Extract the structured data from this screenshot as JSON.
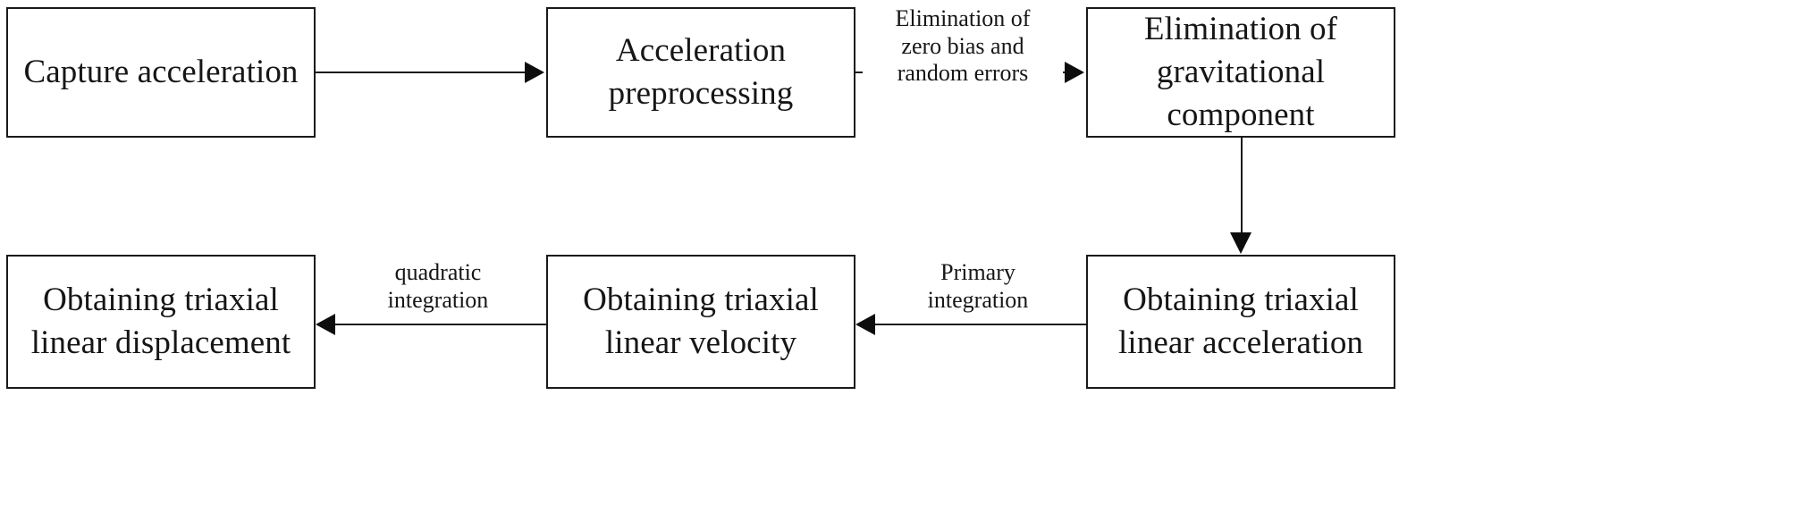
{
  "diagram": {
    "title": "Triaxial acceleration to displacement processing flow",
    "background_color": "#ffffff",
    "line_color": "#1a1a1a",
    "text_color": "#161616"
  },
  "nodes": [
    {
      "id": "capture",
      "label": "Capture acceleration"
    },
    {
      "id": "preprocess",
      "label": "Acceleration\npreprocessing"
    },
    {
      "id": "gravity",
      "label": "Elimination of\ngravitational\ncomponent"
    },
    {
      "id": "acceleration",
      "label": "Obtaining triaxial\nlinear acceleration"
    },
    {
      "id": "velocity",
      "label": "Obtaining triaxial\nlinear velocity"
    },
    {
      "id": "displacement",
      "label": "Obtaining triaxial\nlinear displacement"
    }
  ],
  "edges": [
    {
      "id": "edge1",
      "from": "capture",
      "to": "preprocess",
      "direction": "right",
      "label": ""
    },
    {
      "id": "edge2",
      "from": "preprocess",
      "to": "gravity",
      "direction": "right",
      "label": "Elimination of\nzero bias and\nrandom errors"
    },
    {
      "id": "edge3",
      "from": "gravity",
      "to": "acceleration",
      "direction": "down",
      "label": ""
    },
    {
      "id": "edge4",
      "from": "acceleration",
      "to": "velocity",
      "direction": "left",
      "label": "Primary\nintegration"
    },
    {
      "id": "edge5",
      "from": "velocity",
      "to": "displacement",
      "direction": "left",
      "label": "quadratic\nintegration"
    }
  ]
}
